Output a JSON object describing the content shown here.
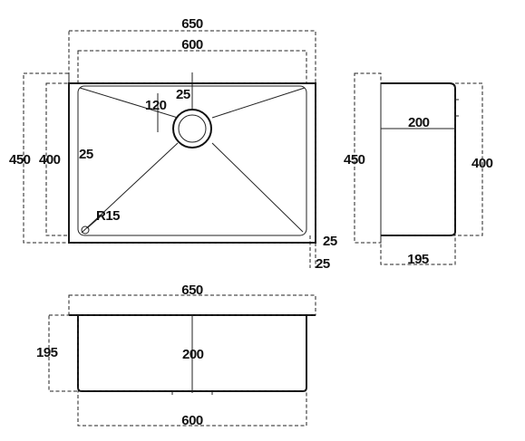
{
  "plan_view": {
    "outer_width": "650",
    "inner_width": "600",
    "outer_depth": "450",
    "inner_depth": "400",
    "top_offset": "25",
    "drain_offset": "120",
    "side_offset": "25",
    "corner_radius": "R15",
    "right_offset": "25",
    "bottom_offset": "25"
  },
  "side_view": {
    "outer_height": "450",
    "inner_height": "400",
    "bowl_depth": "200",
    "width": "195"
  },
  "front_view": {
    "outer_width": "650",
    "height": "195",
    "bowl_depth": "200",
    "inner_width": "600"
  }
}
